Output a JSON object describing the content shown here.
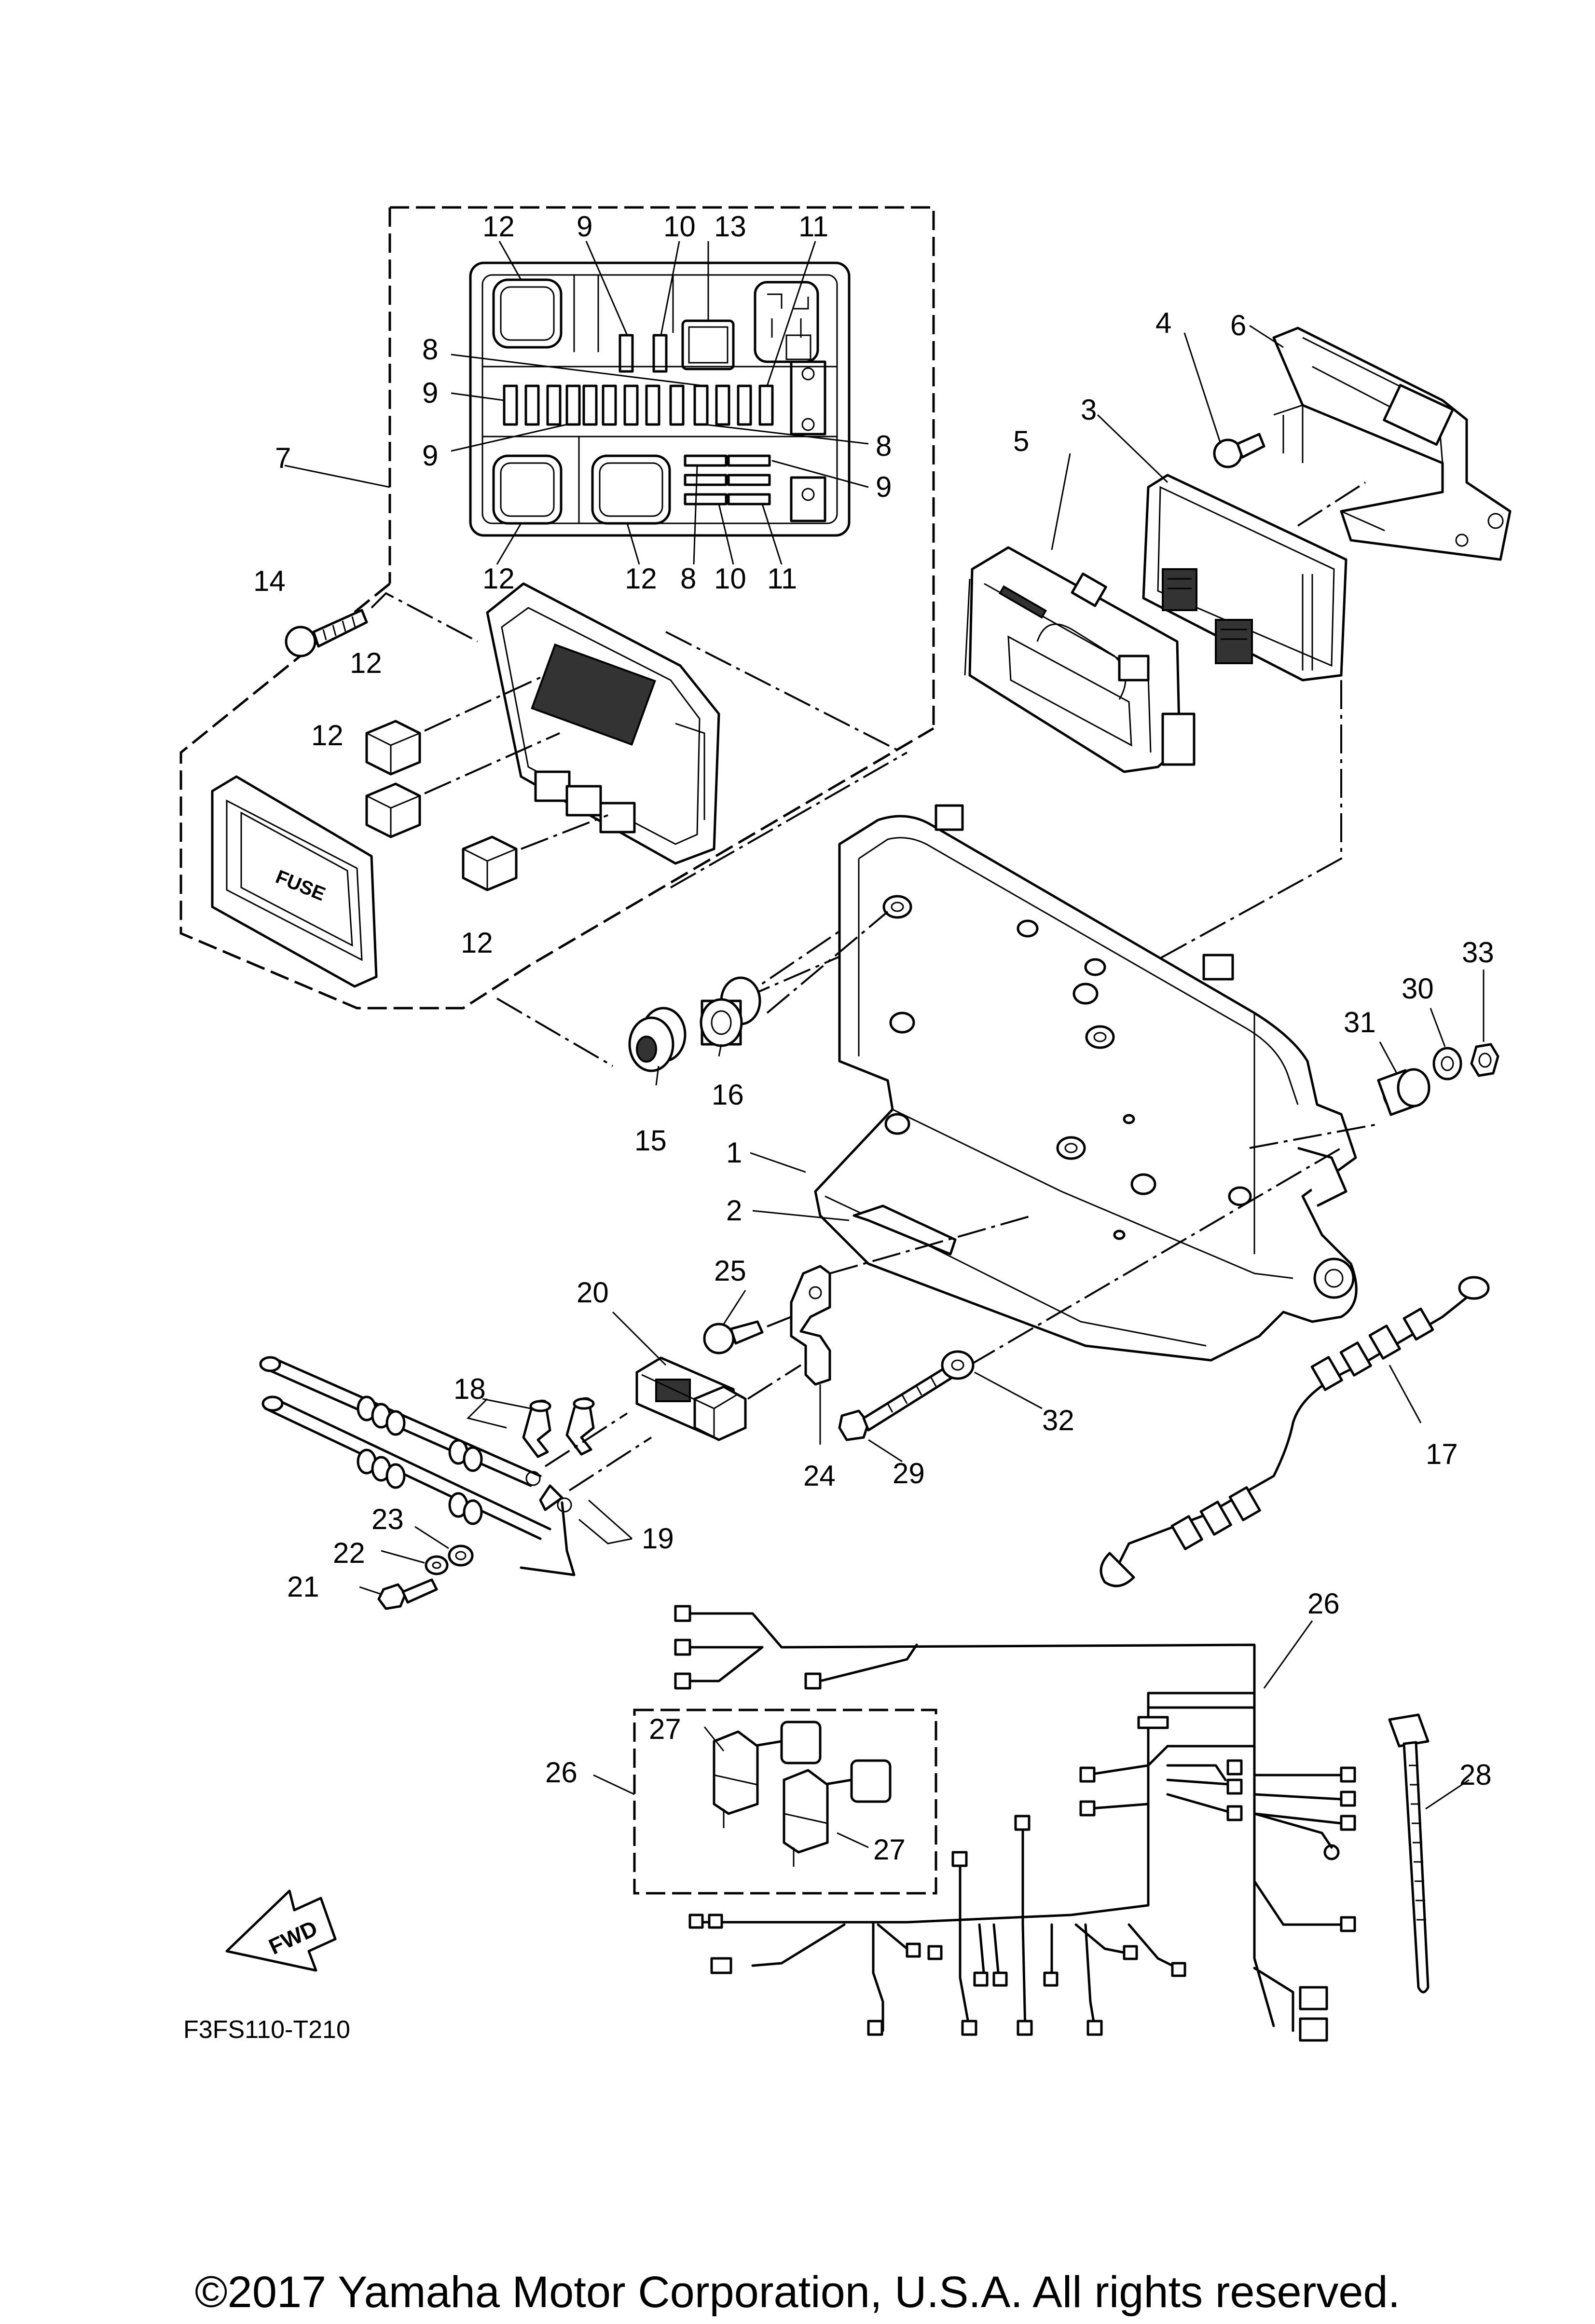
{
  "labels": [
    "1",
    "2",
    "3",
    "4",
    "5",
    "6",
    "7",
    "8",
    "9",
    "10",
    "11",
    "12",
    "13",
    "14",
    "15",
    "16",
    "17",
    "18",
    "19",
    "20",
    "21",
    "22",
    "23",
    "24",
    "25",
    "26",
    "27",
    "28",
    "29",
    "30",
    "31",
    "32",
    "33"
  ],
  "fuse_box": {
    "top_labels": [
      "12",
      "9",
      "10",
      "13",
      "11"
    ],
    "left_labels": [
      "8",
      "9",
      "9"
    ],
    "right_labels": [
      "8",
      "9"
    ],
    "bottom_labels": [
      "12",
      "12",
      "8",
      "10",
      "11"
    ],
    "loose_relay_labels": [
      "12",
      "12",
      "12"
    ],
    "cover_text": "FUSE"
  },
  "fwd_arrow_text": "FWD",
  "diagram_code": "F3FS110-T210",
  "copyright": "©2017 Yamaha Motor Corporation, U.S.A. All rights reserved."
}
